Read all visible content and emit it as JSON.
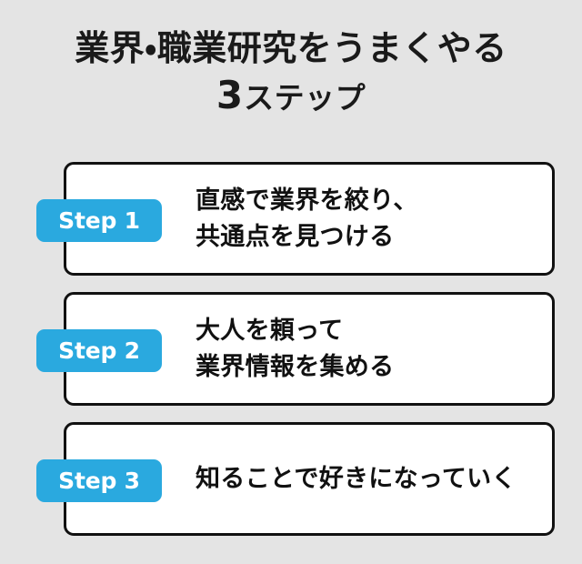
{
  "background_color": "#e4e4e4",
  "accent_color": "#2aa9df",
  "card_border_color": "#111111",
  "card_background": "#ffffff",
  "text_color": "#111111",
  "title": {
    "line1": "業界・職業研究をうまくやる",
    "line2_number": "3",
    "line2_suffix": "ステップ"
  },
  "steps": [
    {
      "badge": "Step 1",
      "lines": [
        "直感で業界を絞り、",
        "共通点を見つける"
      ]
    },
    {
      "badge": "Step 2",
      "lines": [
        "大人を頼って",
        "業界情報を集める"
      ]
    },
    {
      "badge": "Step 3",
      "lines": [
        "知ることで好きになっていく"
      ]
    }
  ]
}
